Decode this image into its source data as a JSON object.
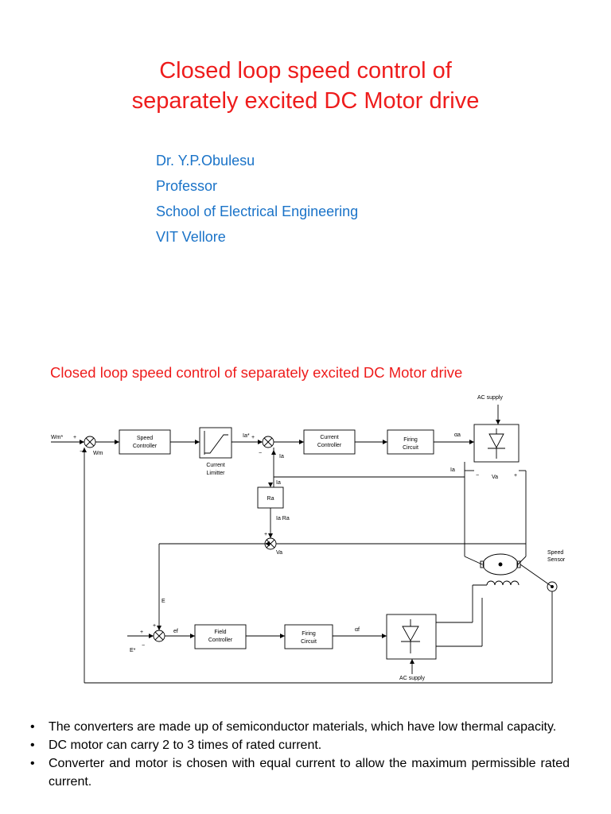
{
  "title": {
    "line1": "Closed loop speed control of",
    "line2": "separately excited DC Motor drive"
  },
  "author": {
    "name": "Dr. Y.P.Obulesu",
    "position": "Professor",
    "school": "School of Electrical Engineering",
    "institution": "VIT Vellore"
  },
  "section_title": "Closed loop speed control of separately excited DC Motor drive",
  "diagram": {
    "ac_supply_top": "AC supply",
    "ac_supply_bottom": "AC supply",
    "wm_star": "Wm*",
    "wm": "Wm",
    "speed_controller_1": "Speed",
    "speed_controller_2": "Controller",
    "current_limiter_1": "Current",
    "current_limiter_2": "Limitter",
    "ia_star": "Ia*",
    "ia": "Ia",
    "current_controller_1": "Current",
    "current_controller_2": "Controller",
    "firing_circuit_1": "Firing",
    "firing_circuit_2": "Circuit",
    "alpha_a": "αa",
    "ra": "Ra",
    "ia_ra": "Ia Ra",
    "va": "Va",
    "e": "E",
    "e_star": "E*",
    "ef": "ef",
    "field_controller_1": "Field",
    "field_controller_2": "Controller",
    "alpha_f": "αf",
    "speed_sensor_1": "Speed",
    "speed_sensor_2": "Sensor",
    "plus": "+",
    "minus": "−"
  },
  "bullets": [
    "The converters are made up of semiconductor materials, which have low thermal capacity.",
    "DC motor can carry 2 to 3 times of rated current.",
    "Converter and motor is chosen with equal current to allow the maximum permissible rated current."
  ]
}
